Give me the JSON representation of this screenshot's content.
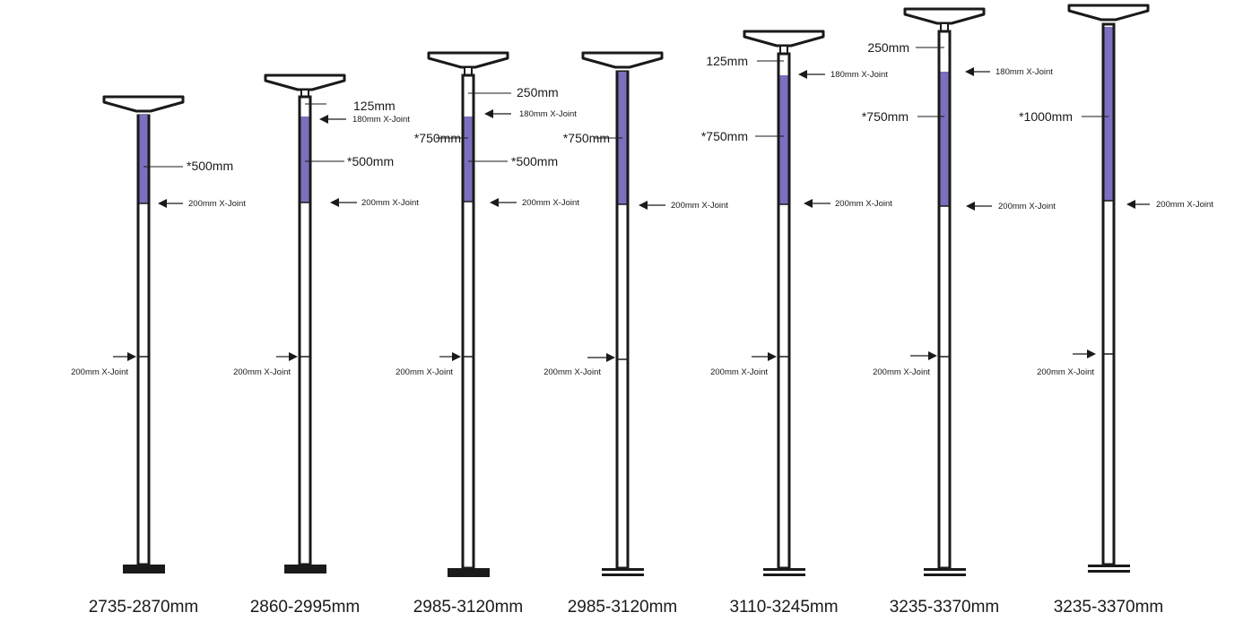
{
  "poles": [
    {
      "name": "pole-1",
      "length_label": "2735-2870mm",
      "segments": [
        {
          "label": "*500mm"
        },
        {
          "label": "200mm X-Joint"
        },
        {
          "label": "200mm X-Joint"
        }
      ]
    },
    {
      "name": "pole-2",
      "length_label": "2860-2995mm",
      "segments": [
        {
          "label": "125mm"
        },
        {
          "label": "180mm X-Joint"
        },
        {
          "label": "*500mm"
        },
        {
          "label": "200mm X-Joint"
        },
        {
          "label": "200mm X-Joint"
        }
      ]
    },
    {
      "name": "pole-3",
      "length_label": "2985-3120mm",
      "segments": [
        {
          "label": "250mm"
        },
        {
          "label": "180mm X-Joint"
        },
        {
          "label": "*750mm"
        },
        {
          "label": "*500mm"
        },
        {
          "label": "200mm X-Joint"
        },
        {
          "label": "200mm X-Joint"
        }
      ]
    },
    {
      "name": "pole-4",
      "length_label": "2985-3120mm",
      "segments": [
        {
          "label": "200mm X-Joint"
        },
        {
          "label": "200mm X-Joint"
        }
      ]
    },
    {
      "name": "pole-5",
      "length_label": "3110-3245mm",
      "segments": [
        {
          "label": "125mm"
        },
        {
          "label": "180mm X-Joint"
        },
        {
          "label": "*750mm"
        },
        {
          "label": "200mm X-Joint"
        },
        {
          "label": "200mm X-Joint"
        }
      ]
    },
    {
      "name": "pole-6",
      "length_label": "3235-3370mm",
      "segments": [
        {
          "label": "250mm"
        },
        {
          "label": "180mm X-Joint"
        },
        {
          "label": "*750mm"
        },
        {
          "label": "200mm X-Joint"
        },
        {
          "label": "200mm X-Joint"
        }
      ]
    },
    {
      "name": "pole-7",
      "length_label": "3235-3370mm",
      "segments": [
        {
          "label": "*1000mm"
        },
        {
          "label": "200mm X-Joint"
        },
        {
          "label": "200mm X-Joint"
        }
      ]
    }
  ],
  "colors": {
    "extension": "#7b6fbe",
    "outline": "#1a1a1a",
    "background": "#ffffff"
  }
}
